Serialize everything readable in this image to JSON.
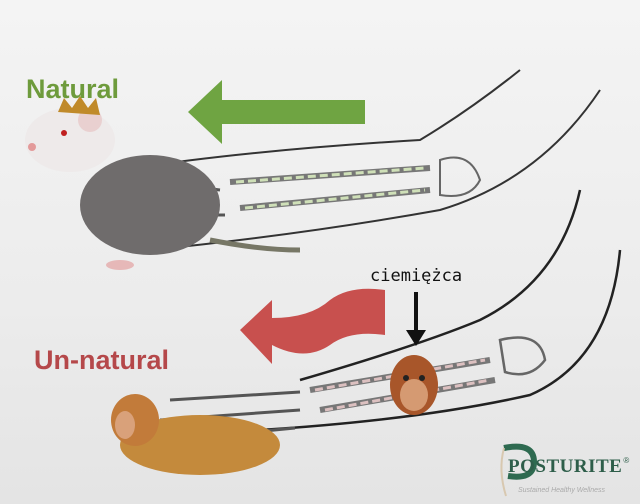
{
  "labels": {
    "natural": "Natural",
    "unnatural": "Un-natural",
    "oppressor": "ciemiężca"
  },
  "logo": {
    "name": "POSTURITE",
    "trademark": "®",
    "tagline": "Sustained Healthy Wellness"
  },
  "colors": {
    "natural": "#6e9b3c",
    "unnatural": "#b5484a",
    "logo": "#2e5e4a"
  }
}
